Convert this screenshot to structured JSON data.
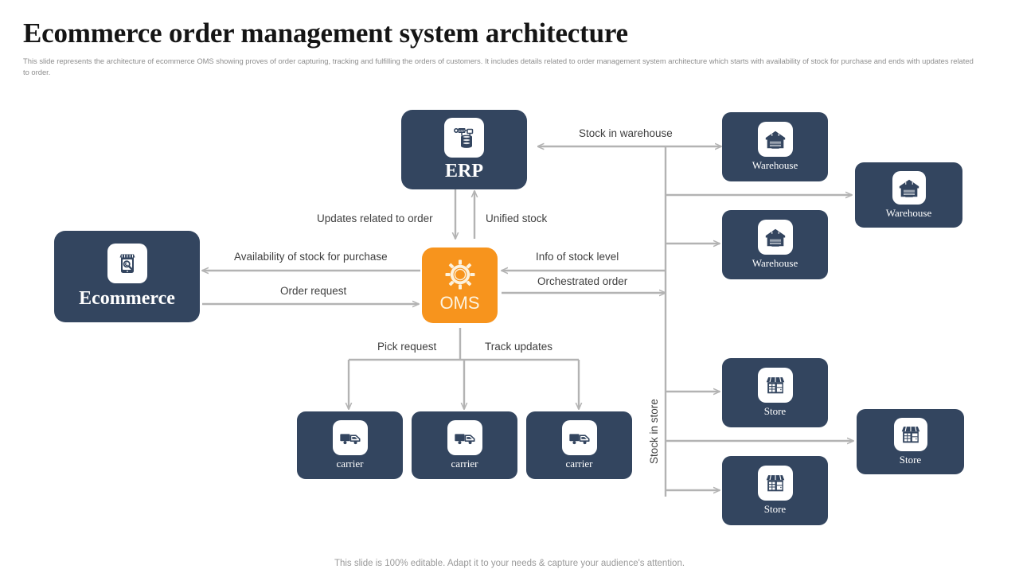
{
  "header": {
    "title": "Ecommerce order management system architecture",
    "subtitle": "This slide represents the architecture of ecommerce OMS showing proves of order capturing, tracking and fulfilling the orders of customers. It includes details related to order management system architecture which starts with availability of stock for purchase and ends with updates related to order."
  },
  "colors": {
    "node_navy": "#33455f",
    "accent_orange": "#f7941d",
    "connector_gray": "#b3b3b3",
    "title_black": "#151515",
    "subtitle_gray": "#8d8d8d"
  },
  "nodes": {
    "ecommerce": {
      "label": "Ecommerce",
      "icon": "online-shop-search-icon"
    },
    "erp": {
      "label": "ERP",
      "icon": "erp-database-icon"
    },
    "oms": {
      "label": "OMS",
      "icon": "gear-icon"
    },
    "warehouse_top": {
      "label": "Warehouse",
      "icon": "warehouse-icon"
    },
    "warehouse_mid": {
      "label": "Warehouse",
      "icon": "warehouse-icon"
    },
    "warehouse_right": {
      "label": "Warehouse",
      "icon": "warehouse-icon"
    },
    "store_top": {
      "label": "Store",
      "icon": "store-icon"
    },
    "store_bottom": {
      "label": "Store",
      "icon": "store-icon"
    },
    "store_right": {
      "label": "Store",
      "icon": "store-icon"
    },
    "carrier_1": {
      "label": "carrier",
      "icon": "truck-icon"
    },
    "carrier_2": {
      "label": "carrier",
      "icon": "truck-icon"
    },
    "carrier_3": {
      "label": "carrier",
      "icon": "truck-icon"
    }
  },
  "edges": [
    {
      "id": "stock-in-warehouse",
      "label": "Stock in warehouse"
    },
    {
      "id": "updates-related-to-order",
      "label": "Updates related to order"
    },
    {
      "id": "unified-stock",
      "label": "Unified stock"
    },
    {
      "id": "availability-of-stock-for-purchase",
      "label": "Availability  of stock for purchase"
    },
    {
      "id": "order-request",
      "label": "Order request"
    },
    {
      "id": "info-of-stock-level",
      "label": "Info of stock level"
    },
    {
      "id": "orchestrated-order",
      "label": "Orchestrated order"
    },
    {
      "id": "pick-request",
      "label": "Pick request"
    },
    {
      "id": "track-updates",
      "label": "Track updates"
    },
    {
      "id": "stock-in-store",
      "label": "Stock in store"
    }
  ],
  "footer": {
    "note": "This slide is 100% editable. Adapt it to your needs & capture your audience's attention."
  }
}
